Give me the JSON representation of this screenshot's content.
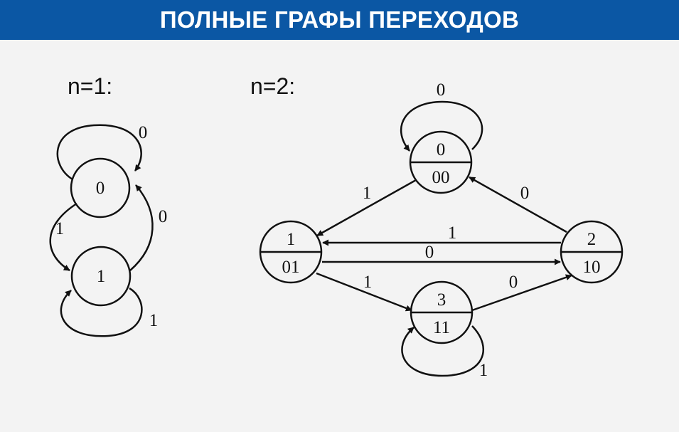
{
  "header": {
    "title": "ПОЛНЫЕ ГРАФЫ ПЕРЕХОДОВ",
    "bg_color": "#0b57a4"
  },
  "graph1": {
    "label": "n=1:",
    "nodes": [
      "0",
      "1"
    ],
    "edges": {
      "loop_0": "0",
      "e_0_1": "1",
      "e_1_0": "0",
      "loop_1": "1"
    }
  },
  "graph2": {
    "label": "n=2:",
    "nodes": [
      {
        "id": "0",
        "code": "00"
      },
      {
        "id": "1",
        "code": "01"
      },
      {
        "id": "2",
        "code": "10"
      },
      {
        "id": "3",
        "code": "11"
      }
    ],
    "edges": {
      "loop_0": "0",
      "e_0_1": "1",
      "e_2_0": "0",
      "e_2_1": "1",
      "e_1_2": "0",
      "e_1_3": "1",
      "e_3_2": "0",
      "loop_3": "1"
    }
  }
}
